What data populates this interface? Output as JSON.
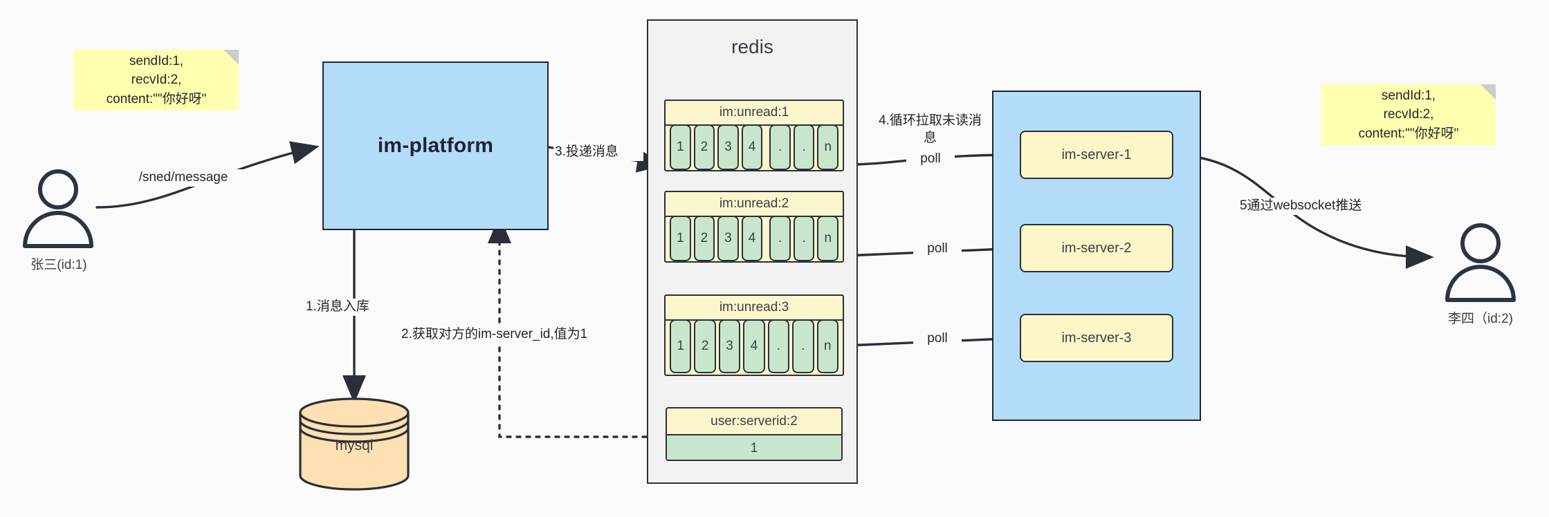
{
  "diagram": {
    "title": "IM message delivery flow",
    "colors": {
      "note": "#ffffaf",
      "platform": "#b3dcf9",
      "cluster": "#b3dcf9",
      "key_header": "#fcf6cd",
      "cell": "#c8e6cb",
      "database": "#ffe0b2",
      "stroke": "#2b2f38",
      "background": "#fafafa"
    }
  },
  "notes": {
    "left": "sendId:1,\nrecvId:2,\ncontent:\"\"你好呀\"",
    "right": "sendId:1,\nrecvId:2,\ncontent:\"\"你好呀\""
  },
  "actors": {
    "sender": {
      "label": "张三(id:1)",
      "icon": "user-icon"
    },
    "receiver": {
      "label": "李四（id:2)",
      "icon": "user-icon"
    }
  },
  "platform": {
    "label": "im-platform"
  },
  "database": {
    "label": "mysql",
    "icon": "cylinder-database-icon"
  },
  "redis": {
    "title": "redis",
    "lists": [
      {
        "key": "im:unread:1",
        "cells": [
          "1",
          "2",
          "3",
          "4",
          ".",
          ".",
          "n"
        ]
      },
      {
        "key": "im:unread:2",
        "cells": [
          "1",
          "2",
          "3",
          "4",
          ".",
          ".",
          "n"
        ]
      },
      {
        "key": "im:unread:3",
        "cells": [
          "1",
          "2",
          "3",
          "4",
          ".",
          ".",
          "n"
        ]
      }
    ],
    "kv": {
      "key": "user:serverid:2",
      "value": "1"
    }
  },
  "cluster": {
    "servers": [
      {
        "label": "im-server-1"
      },
      {
        "label": "im-server-2"
      },
      {
        "label": "im-server-3"
      }
    ]
  },
  "edges": {
    "send_message": "/sned/message",
    "step1": "1.消息入库",
    "step2": "2.获取对方的im-server_id,值为1",
    "step3": "3.投递消息",
    "step4": "4.循环拉取未读消\n息",
    "poll1": "poll",
    "poll2": "poll",
    "poll3": "poll",
    "step5": "5通过websocket推送"
  }
}
